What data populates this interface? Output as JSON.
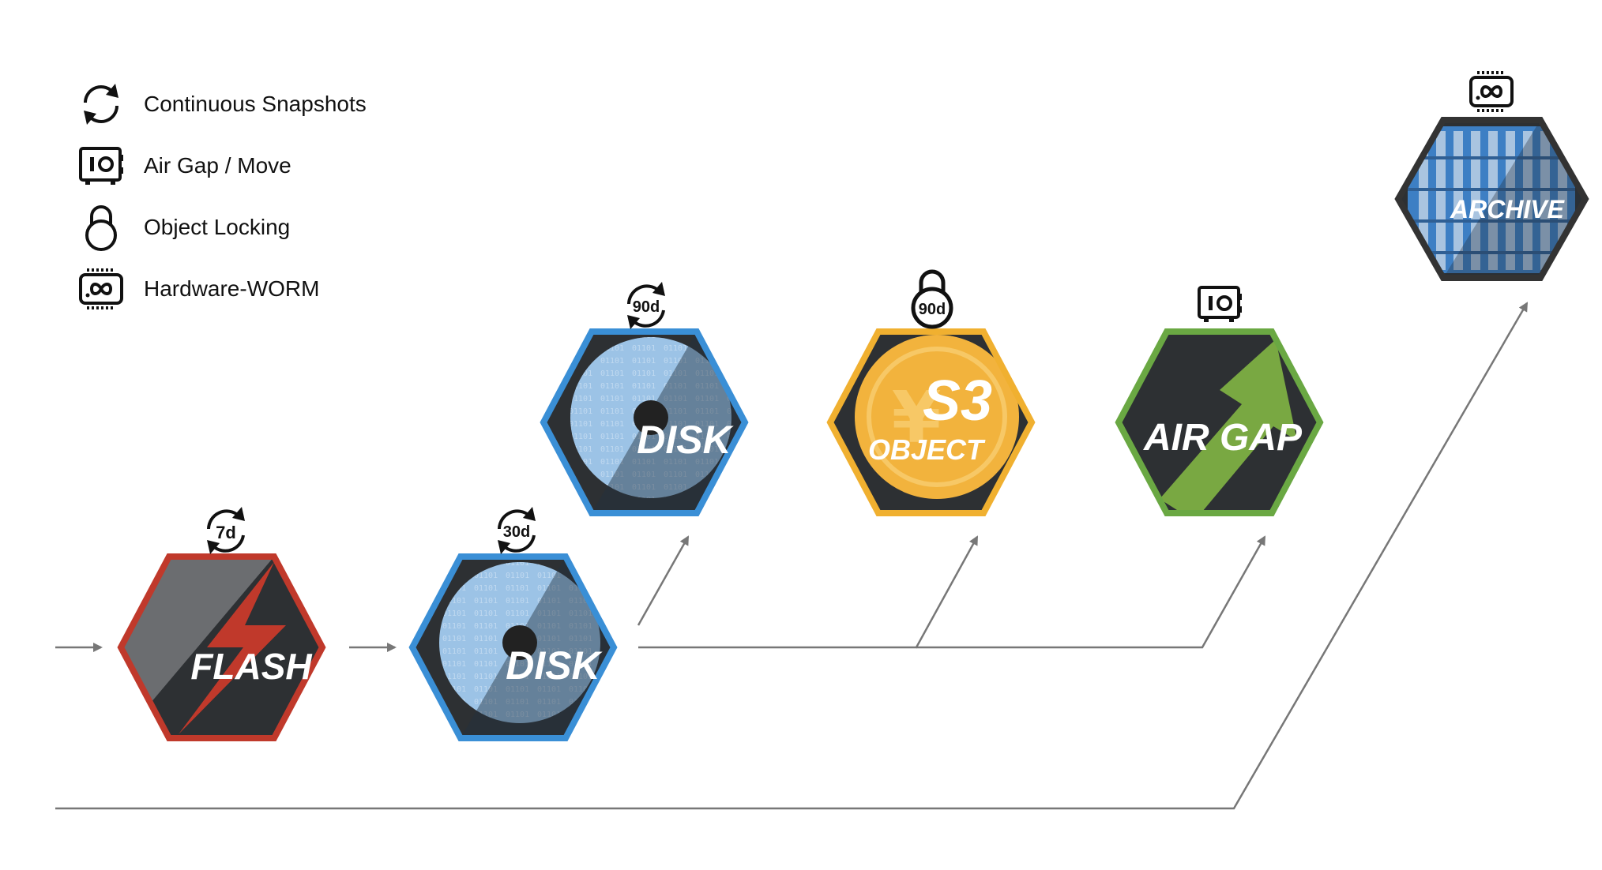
{
  "legend": {
    "items": [
      {
        "icon": "snapshot-icon",
        "label": "Continuous Snapshots"
      },
      {
        "icon": "safe-icon",
        "label": "Air Gap / Move"
      },
      {
        "icon": "lock-icon",
        "label": "Object Locking"
      },
      {
        "icon": "worm-chip-icon",
        "label": "Hardware-WORM"
      }
    ]
  },
  "tiers": {
    "flash": {
      "label": "FLASH",
      "badge": "7d",
      "border": "#c0392b"
    },
    "disk1": {
      "label": "DISK",
      "badge": "30d",
      "border": "#3a8fd6"
    },
    "disk2": {
      "label": "DISK",
      "badge": "90d",
      "border": "#3a8fd6"
    },
    "s3": {
      "label_top": "S3",
      "label_bottom": "OBJECT",
      "badge": "90d",
      "border": "#f0b030"
    },
    "airgap": {
      "label": "AIR GAP",
      "border": "#6aa843"
    },
    "archive": {
      "label": "ARCHIVE",
      "border": "#333333"
    }
  },
  "colors": {
    "arrow": "#777777",
    "hex_fill": "#2d3033",
    "flash_bolt": "#c0392b",
    "disk_platter": "#9cc3e6",
    "coin": "#f2b33d",
    "airgap_arrow": "#79a842",
    "archive_rack": "#3d7fc4"
  }
}
